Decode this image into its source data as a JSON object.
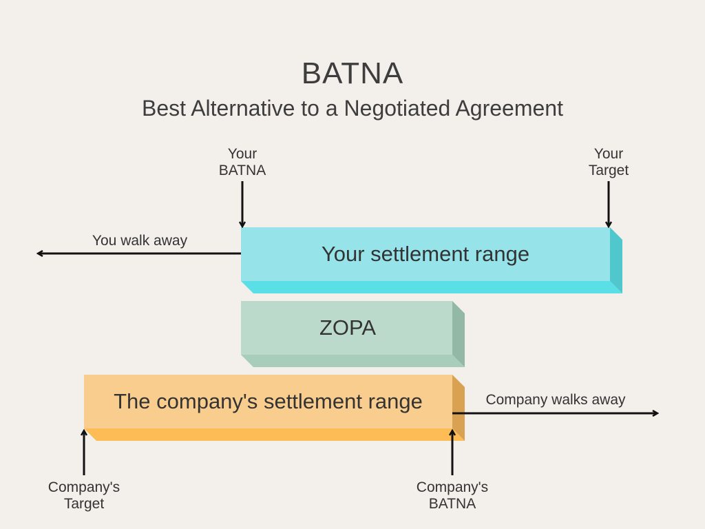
{
  "title": "BATNA",
  "subtitle": "Best Alternative to a Negotiated Agreement",
  "markers": {
    "your_batna": [
      "Your",
      "BATNA"
    ],
    "your_target": [
      "Your",
      "Target"
    ],
    "company_target": [
      "Company's",
      "Target"
    ],
    "company_batna": [
      "Company's",
      "BATNA"
    ]
  },
  "arrows": {
    "you_walk_away": "You walk away",
    "company_walks_away": "Company walks away"
  },
  "bars": {
    "your_range": "Your settlement range",
    "zopa": "ZOPA",
    "company_range": "The company's settlement range"
  },
  "colors": {
    "background": "#f3f0eb",
    "your_range_face": "#96e4ea",
    "your_range_bottom": "#5adfe6",
    "your_range_side": "#4fc7cc",
    "zopa_face": "#bcdacb",
    "zopa_bottom": "#a8cdbb",
    "zopa_side": "#93b9a6",
    "company_face": "#f9cd8e",
    "company_bottom": "#febc57",
    "company_side": "#d9a253",
    "arrow": "#111111"
  }
}
